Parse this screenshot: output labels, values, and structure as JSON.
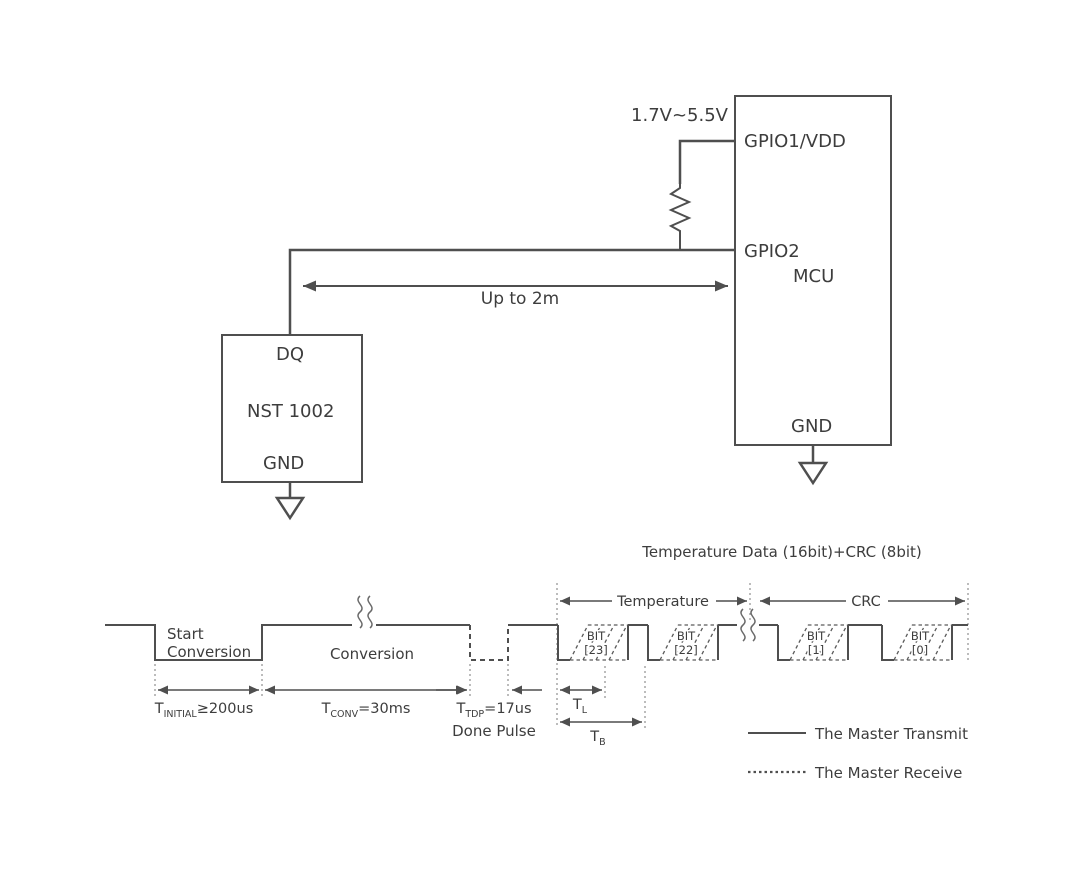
{
  "colors": {
    "line": "#4f4f4f",
    "text": "#3d3d3d",
    "guide": "#8f8f8f",
    "background": "#ffffff"
  },
  "circuit": {
    "supply_label": "1.7V~5.5V",
    "wire_label": "Up to 2m",
    "mcu": {
      "pin_gpio1": "GPIO1/VDD",
      "pin_gpio2": "GPIO2",
      "name": "MCU",
      "pin_gnd": "GND"
    },
    "sensor": {
      "pin_dq": "DQ",
      "name": "NST 1002",
      "pin_gnd": "GND"
    }
  },
  "timing": {
    "title": "Temperature Data (16bit)+CRC (8bit)",
    "span_temperature": "Temperature",
    "span_crc": "CRC",
    "start_label_line1": "Start",
    "start_label_line2": "Conversion",
    "conversion_label": "Conversion",
    "done_pulse_label": "Done Pulse",
    "bits": [
      {
        "name": "BIT",
        "index": "[23]"
      },
      {
        "name": "BIT",
        "index": "[22]"
      },
      {
        "name": "BIT",
        "index": "[1]"
      },
      {
        "name": "BIT",
        "index": "[0]"
      }
    ],
    "t_initial": {
      "sym": "T",
      "sub": "INITIAL",
      "val": "≥200us"
    },
    "t_conv": {
      "sym": "T",
      "sub": "CONV",
      "val": "=30ms"
    },
    "t_tdp": {
      "sym": "T",
      "sub": "TDP",
      "val": "=17us"
    },
    "t_l": {
      "sym": "T",
      "sub": "L"
    },
    "t_b": {
      "sym": "T",
      "sub": "B"
    },
    "legend_transmit": "The Master Transmit",
    "legend_receive": "The Master Receive"
  }
}
